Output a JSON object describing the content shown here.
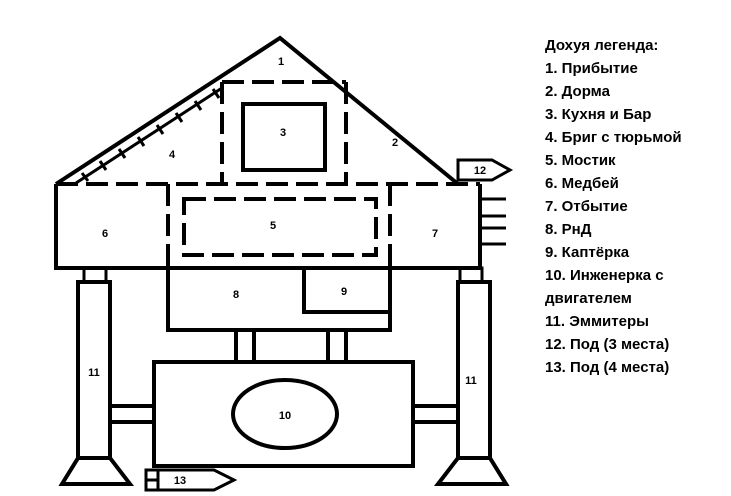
{
  "legend": {
    "title": "Дохуя легенда:",
    "items": [
      "1. Прибытие",
      "2. Дорма",
      "3. Кухня и Бар",
      "4. Бриг с тюрьмой",
      "5. Мостик",
      "6. Медбей",
      "7. Отбытие",
      "8. РнД",
      "9. Каптёрка",
      "10. Инженерка с",
      "двигателем",
      "11. Эммитеры",
      "12. Под (3 места)",
      "13. Под (4 места)"
    ]
  },
  "rooms": {
    "r1": "1",
    "r2": "2",
    "r3": "3",
    "r4": "4",
    "r5": "5",
    "r6": "6",
    "r7": "7",
    "r8": "8",
    "r9": "9",
    "r10": "10",
    "r11_left": "11",
    "r11_right": "11",
    "r12": "12",
    "r13": "13"
  }
}
